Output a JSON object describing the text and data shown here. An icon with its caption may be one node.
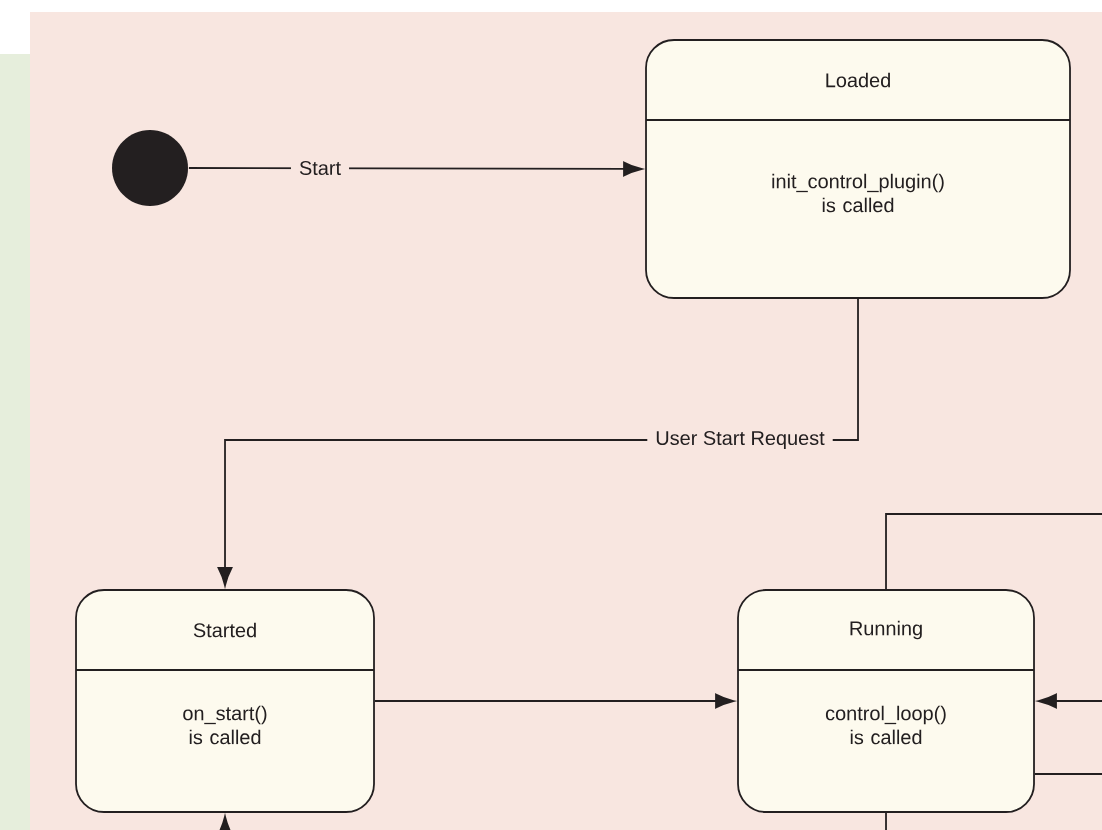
{
  "diagram": {
    "nodes": [
      {
        "text": [],
        "shape": "circle"
      },
      {
        "text": [
          "Loaded",
          "init_control_plugin() is called"
        ]
      },
      {
        "text": [
          "Started",
          "on_start() is called"
        ]
      },
      {
        "text": [
          "Running",
          "control_loop() is called"
        ]
      }
    ],
    "edges": [
      {
        "from": 0,
        "to": 1,
        "arrow": "to",
        "label": "Start"
      },
      {
        "from": 1,
        "to": 2,
        "arrow": "to",
        "label": "User Start Request"
      },
      {
        "from": 2,
        "to": 3,
        "arrow": "to"
      },
      {
        "from": 3,
        "to": null,
        "arrow": "none"
      },
      {
        "from": null,
        "to": 3,
        "arrow": "to"
      },
      {
        "from": 3,
        "to": null,
        "arrow": "none"
      },
      {
        "from": 3,
        "to": null,
        "arrow": "none"
      },
      {
        "from": null,
        "to": 2,
        "arrow": "to"
      }
    ]
  }
}
